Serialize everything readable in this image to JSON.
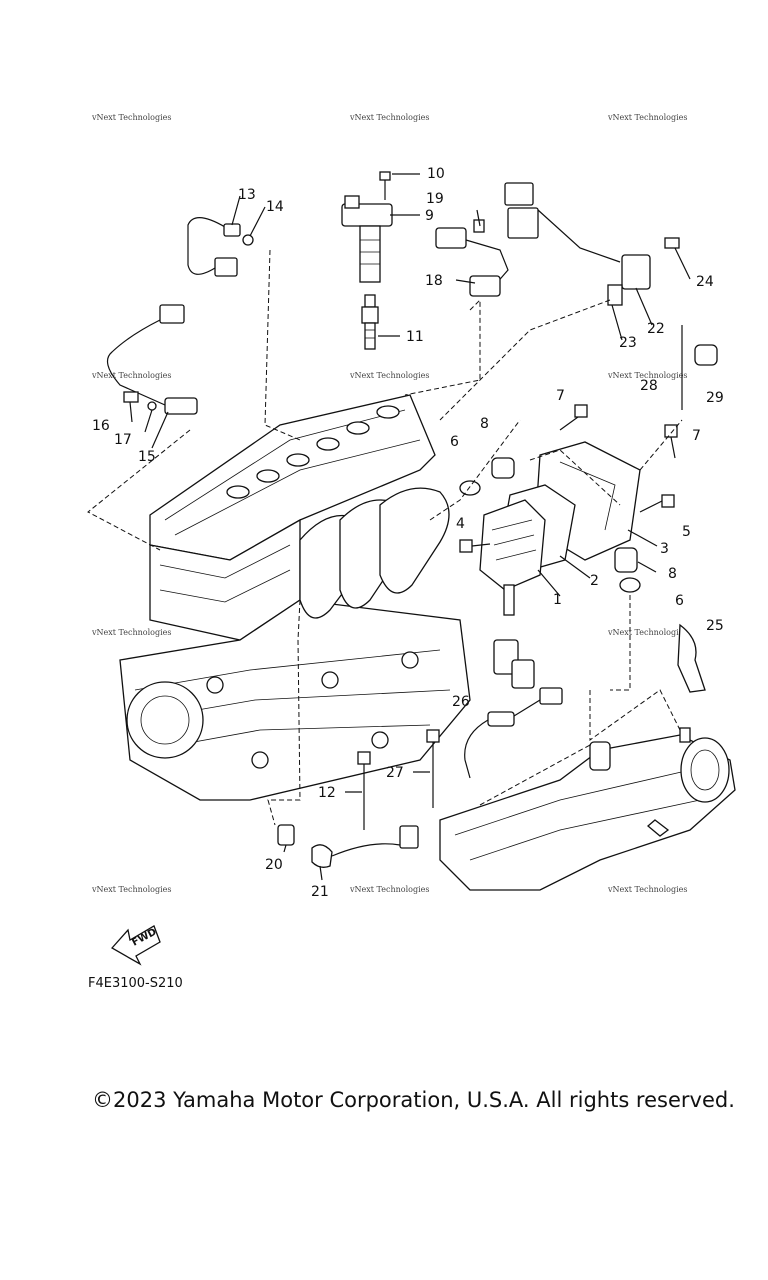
{
  "watermark": "vNext Technologies",
  "diagram_code": "F4E3100-S210",
  "fwd_label": "FWD",
  "copyright": "©2023 Yamaha Motor Corporation, U.S.A. All rights reserved.",
  "callouts": [
    "1",
    "2",
    "3",
    "4",
    "5",
    "6",
    "6",
    "7",
    "7",
    "8",
    "8",
    "9",
    "10",
    "11",
    "12",
    "13",
    "14",
    "15",
    "16",
    "17",
    "18",
    "19",
    "20",
    "21",
    "22",
    "23",
    "24",
    "25",
    "26",
    "27",
    "28",
    "29"
  ]
}
